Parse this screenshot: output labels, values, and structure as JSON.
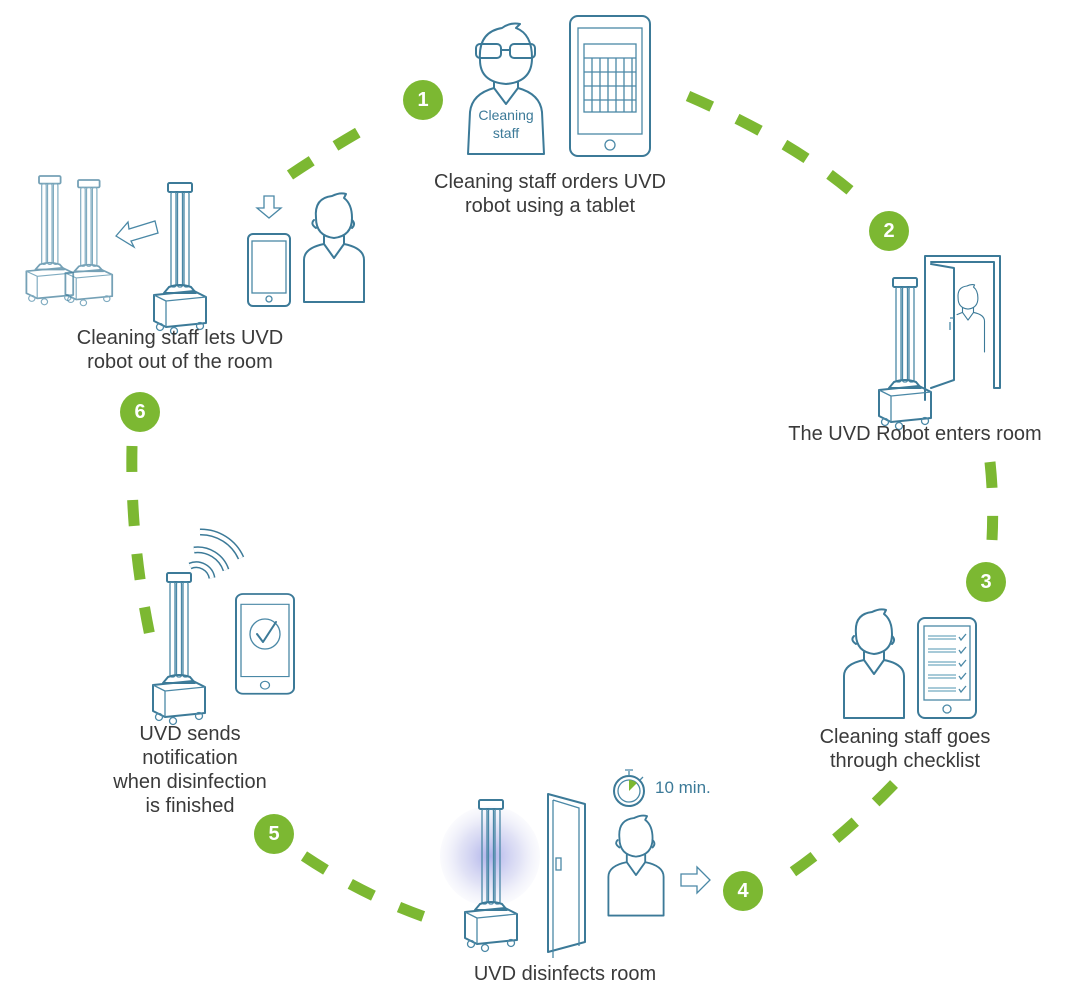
{
  "title": "UVD robot disinfection workflow",
  "colors": {
    "accent": "#7cb832",
    "line": "#3c7a98",
    "text": "#3a3a3a",
    "glow": "#c9cbee"
  },
  "steps": [
    {
      "number": "1",
      "caption_lines": [
        "Cleaning staff orders UVD",
        "robot using a tablet"
      ],
      "shirt_label": [
        "Cleaning",
        "staff"
      ],
      "icons": [
        "person-with-glasses-icon",
        "tablet-calendar-icon"
      ]
    },
    {
      "number": "2",
      "caption_lines": [
        "The UVD Robot enters room"
      ],
      "icons": [
        "uvd-robot-icon",
        "open-door-icon",
        "person-icon"
      ]
    },
    {
      "number": "3",
      "caption_lines": [
        "Cleaning staff goes",
        "through checklist"
      ],
      "icons": [
        "person-icon",
        "tablet-checklist-icon"
      ]
    },
    {
      "number": "4",
      "caption_lines": [
        "UVD disinfects room"
      ],
      "timer_label": "10 min.",
      "icons": [
        "uvd-robot-glowing-icon",
        "closed-door-icon",
        "stopwatch-icon",
        "person-icon",
        "arrow-right-icon"
      ]
    },
    {
      "number": "5",
      "caption_lines": [
        "UVD sends",
        "notification",
        "when disinfection",
        "is finished"
      ],
      "icons": [
        "uvd-robot-icon",
        "wifi-signal-icon",
        "tablet-check-icon"
      ]
    },
    {
      "number": "6",
      "caption_lines": [
        "Cleaning staff lets UVD",
        "robot out of the room"
      ],
      "icons": [
        "uvd-robot-pair-icon",
        "arrow-up-left-icon",
        "uvd-robot-icon",
        "arrow-down-icon",
        "phone-icon",
        "person-icon"
      ]
    }
  ]
}
